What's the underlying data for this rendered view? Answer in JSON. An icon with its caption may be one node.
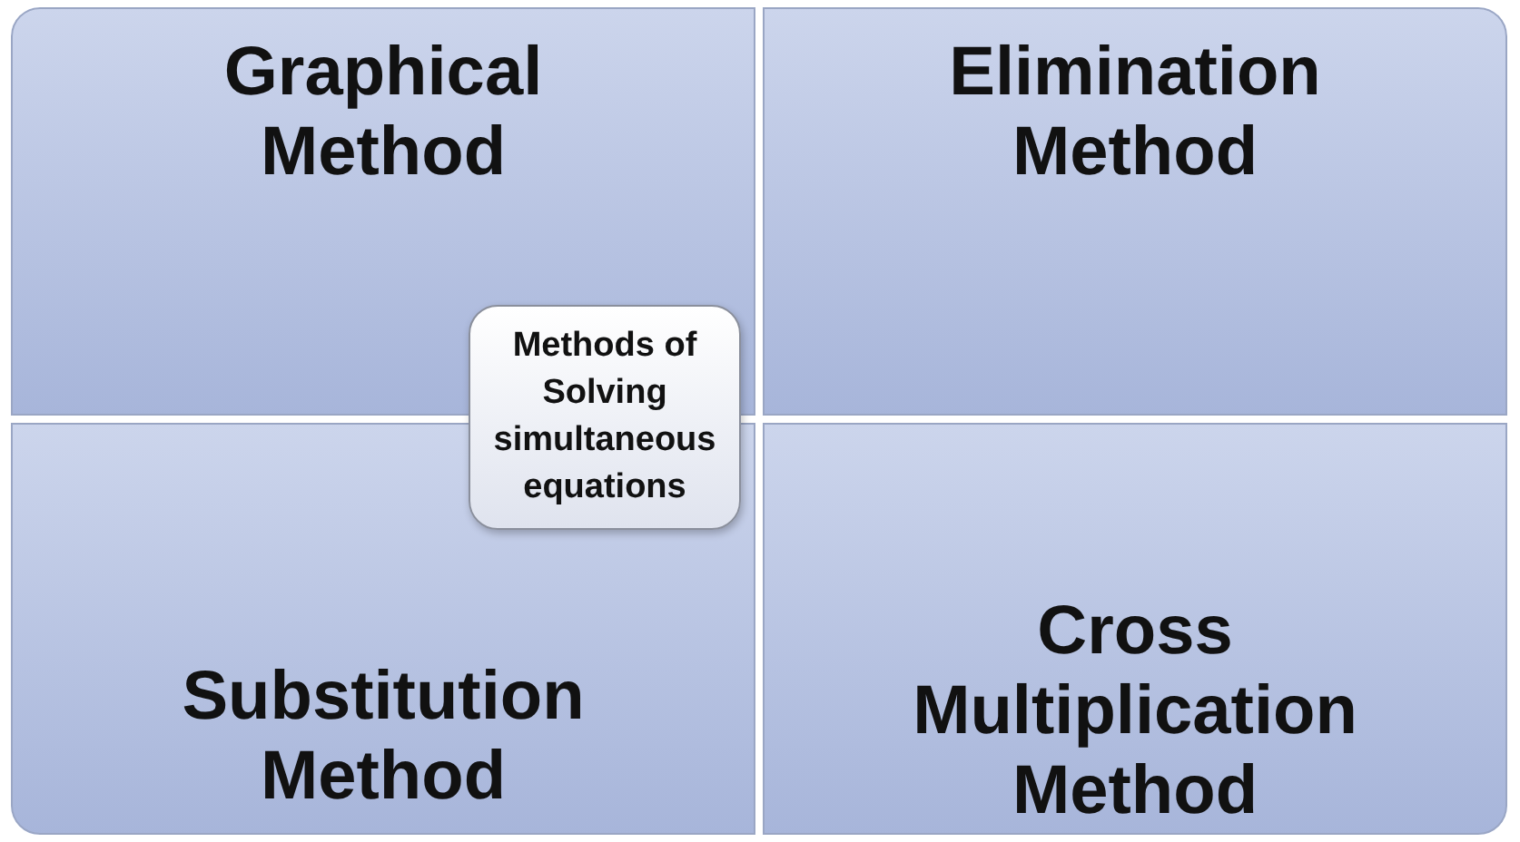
{
  "diagram": {
    "nodes": [
      {
        "text": [
          "Graphical Method"
        ]
      },
      {
        "text": [
          "Elimination Method"
        ]
      },
      {
        "text": [
          "Substitution Method"
        ]
      },
      {
        "text": [
          "Cross Multiplication Method"
        ]
      },
      {
        "text": [
          "Methods of Solving simultaneous equations"
        ]
      }
    ],
    "edges": []
  }
}
